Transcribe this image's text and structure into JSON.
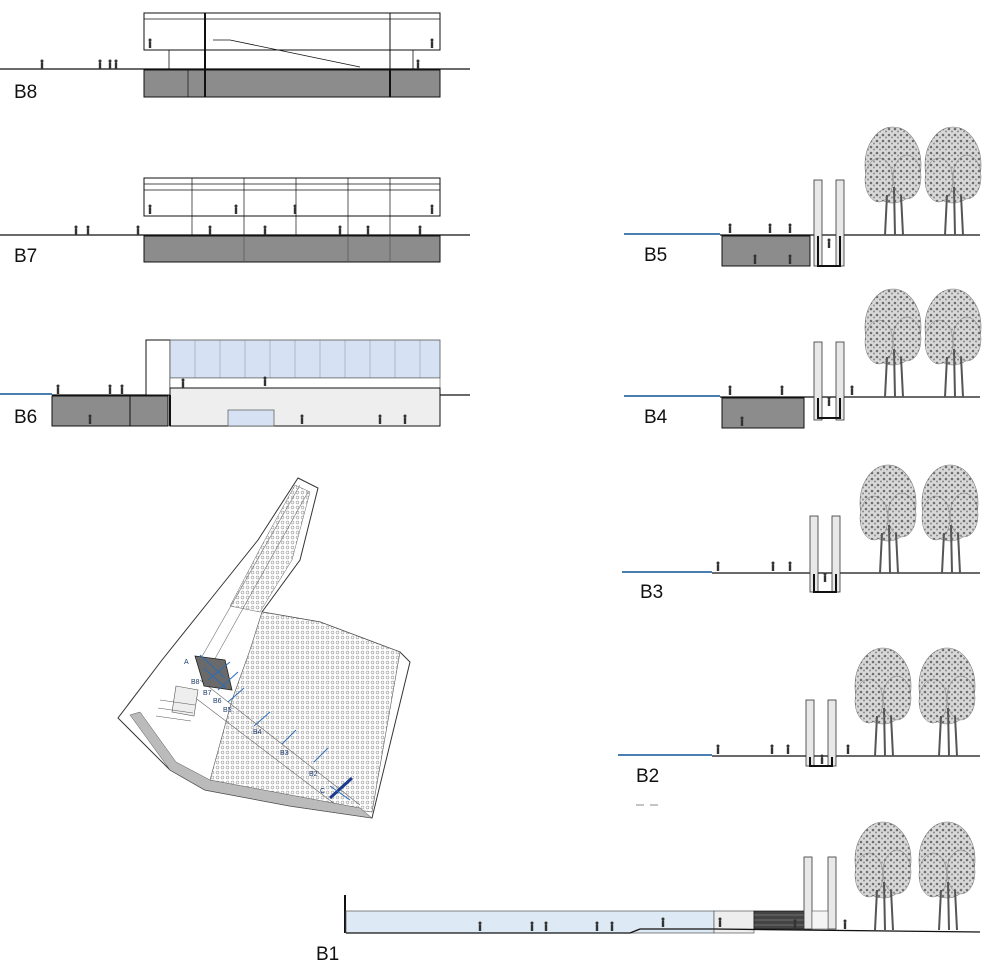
{
  "sections": {
    "b8": "B8",
    "b7": "B7",
    "b6": "B6",
    "b5": "B5",
    "b4": "B4",
    "b3": "B3",
    "b2": "B2",
    "b1": "B1"
  },
  "site_plan": {
    "section_marks": [
      "A",
      "B8",
      "B7",
      "B6",
      "B5",
      "B4",
      "B3",
      "B2",
      "C"
    ]
  },
  "colors": {
    "ground": "#111111",
    "basement_fill": "#8c8c8c",
    "glazing_fill": "#d6e2f3",
    "water_fill": "#dde9f4",
    "tree_fill": "#9a9a9a",
    "plan_section_line": "#2b6cb8"
  }
}
